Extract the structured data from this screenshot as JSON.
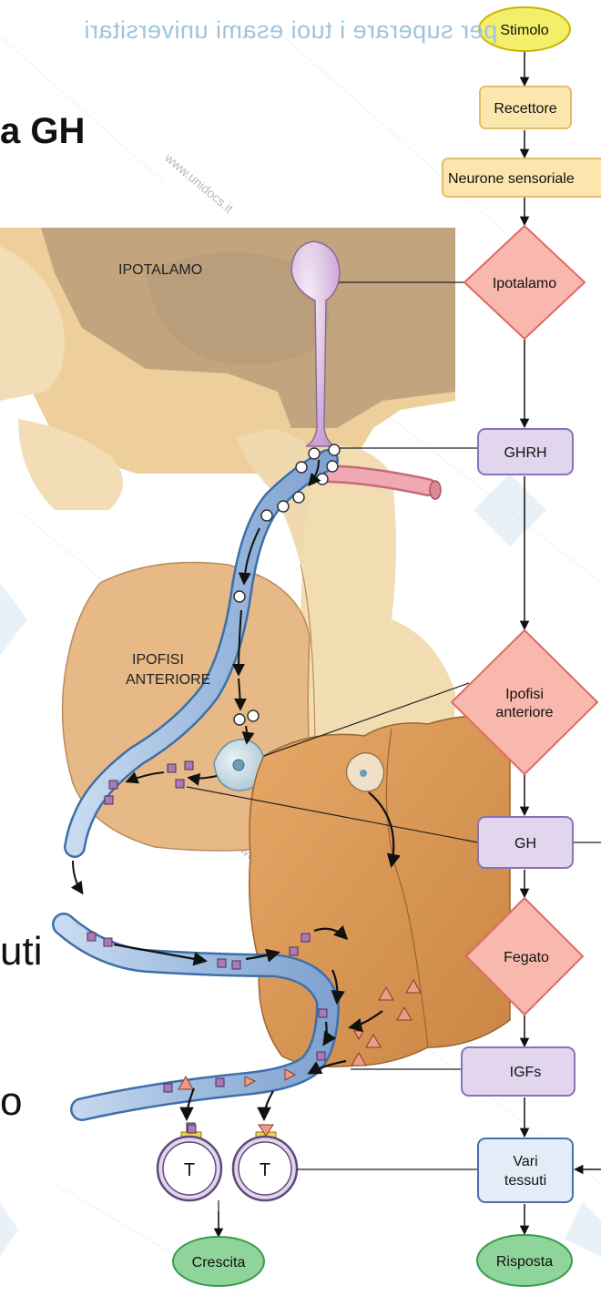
{
  "slide": {
    "title_fragment": "a GH",
    "left_fragments": [
      "uti",
      "o"
    ],
    "watermark": "per superare i tuoi esami universitari",
    "site_watermark": "www.unidocs.it"
  },
  "anatomy_labels": {
    "hypothalamus": "IPOTALAMO",
    "pituitary_line1": "IPOFISI",
    "pituitary_line2": "ANTERIORE",
    "target_cell": "T"
  },
  "flowchart": {
    "stimulus": "Stimolo",
    "receptor": "Recettore",
    "sensory_neuron": "Neurone sensoriale",
    "hypothalamus": "Ipotalamo",
    "ghrh": "GHRH",
    "pituitary_line1": "Ipofisi",
    "pituitary_line2": "anteriore",
    "gh": "GH",
    "liver": "Fegato",
    "igfs": "IGFs",
    "tissues_line1": "Vari",
    "tissues_line2": "tessuti",
    "growth": "Crescita",
    "response": "Risposta"
  },
  "colors": {
    "stimulus_fill": "#f4ef6a",
    "receptor_fill": "#fbe6ad",
    "hypothalamus_fill": "#f8b8ad",
    "hypothalamus_stroke": "#e06a66",
    "hormone_fill": "#e2d5ee",
    "hormone_stroke": "#8b73b8",
    "tissues_fill": "#e3ecf7",
    "tissues_stroke": "#4a6ea8",
    "response_fill": "#8fd49a",
    "response_stroke": "#3b9a4c",
    "vessel": "#9fbce0",
    "vessel_stroke": "#3d6fa8",
    "gh_marker": "#a97bb5",
    "igf_marker": "#ef9a86"
  }
}
